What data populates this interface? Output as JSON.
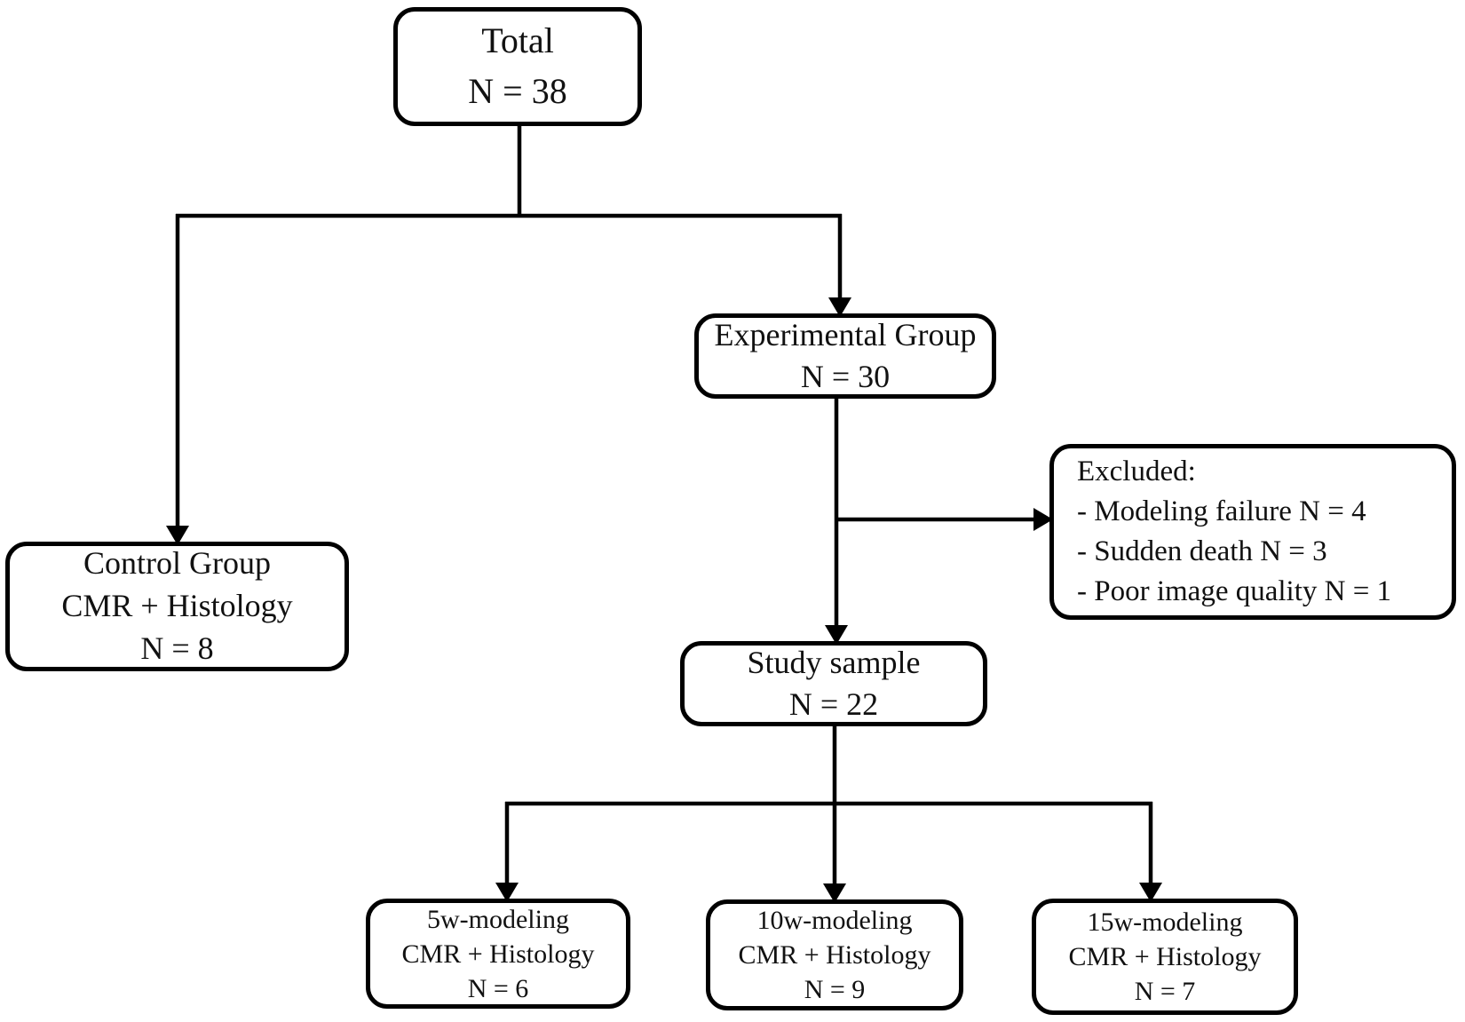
{
  "diagram": {
    "type": "study-enrollment-flowchart",
    "colors": {
      "line": "#000000",
      "text": "#111111",
      "node_background": "#ffffff",
      "page_background": "#ffffff"
    },
    "nodes": {
      "total": {
        "lines": [
          "Total",
          "N = 38"
        ]
      },
      "experimental": {
        "lines": [
          "Experimental Group",
          "N = 30"
        ]
      },
      "control": {
        "lines": [
          "Control Group",
          "CMR + Histology",
          "N = 8"
        ]
      },
      "excluded": {
        "title": "Excluded:",
        "items": [
          "- Modeling failure N = 4",
          "- Sudden death N = 3",
          "- Poor image quality N = 1"
        ]
      },
      "study_sample": {
        "lines": [
          "Study sample",
          "N = 22"
        ]
      },
      "modeling_5w": {
        "lines": [
          "5w-modeling",
          "CMR + Histology",
          "N = 6"
        ]
      },
      "modeling_10w": {
        "lines": [
          "10w-modeling",
          "CMR + Histology",
          "N = 9"
        ]
      },
      "modeling_15w": {
        "lines": [
          "15w-modeling",
          "CMR + Histology",
          "N = 7"
        ]
      }
    }
  }
}
